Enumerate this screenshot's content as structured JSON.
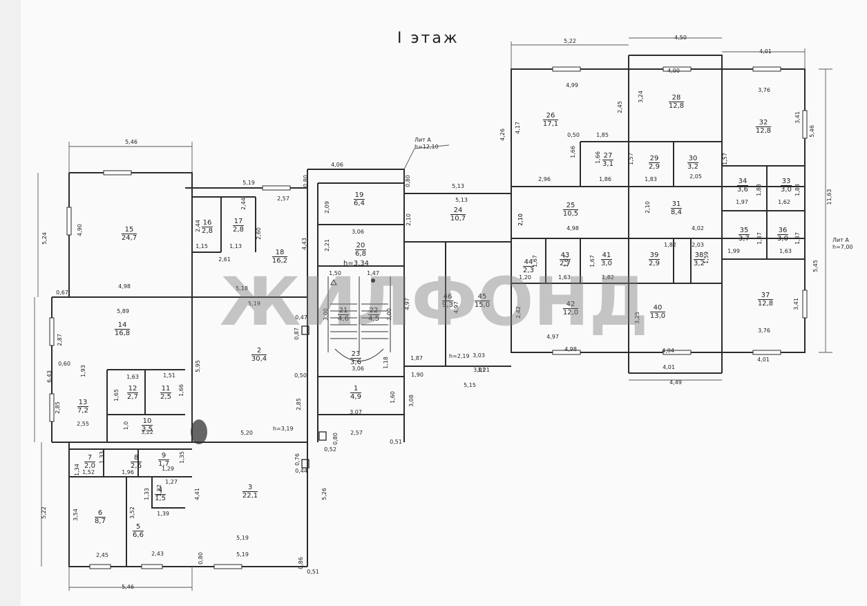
{
  "title": "I этаж",
  "watermark": "ЖИЛФОНД",
  "lit_a_top": {
    "line1": "Лит А",
    "line2": "h=12,10"
  },
  "lit_a_right": {
    "line1": "Лит А",
    "line2": "h=7,00"
  },
  "heights": {
    "h_334": "h=3,34",
    "h_319": "h=3,19",
    "h_219": "h=2,19"
  },
  "rooms": [
    {
      "n": "1",
      "a": "4,9"
    },
    {
      "n": "2",
      "a": "30,4"
    },
    {
      "n": "3",
      "a": "22,1"
    },
    {
      "n": "4",
      "a": "1,5"
    },
    {
      "n": "5",
      "a": "6,6"
    },
    {
      "n": "6",
      "a": "8,7"
    },
    {
      "n": "7",
      "a": "2,0"
    },
    {
      "n": "8",
      "a": "2,6"
    },
    {
      "n": "9",
      "a": "1,7"
    },
    {
      "n": "10",
      "a": "3,5"
    },
    {
      "n": "11",
      "a": "2,5"
    },
    {
      "n": "12",
      "a": "2,7"
    },
    {
      "n": "13",
      "a": "7,2"
    },
    {
      "n": "14",
      "a": "16,8"
    },
    {
      "n": "15",
      "a": "24,7"
    },
    {
      "n": "16",
      "a": "2,8"
    },
    {
      "n": "17",
      "a": "2,8"
    },
    {
      "n": "18",
      "a": "16,2"
    },
    {
      "n": "19",
      "a": "6,4"
    },
    {
      "n": "20",
      "a": "6,8"
    },
    {
      "n": "21",
      "a": "4,6"
    },
    {
      "n": "22",
      "a": "4,5"
    },
    {
      "n": "23",
      "a": "3,6"
    },
    {
      "n": "24",
      "a": "10,7"
    },
    {
      "n": "25",
      "a": "10,5"
    },
    {
      "n": "26",
      "a": "17,1"
    },
    {
      "n": "27",
      "a": "3,1"
    },
    {
      "n": "28",
      "a": "12,8"
    },
    {
      "n": "29",
      "a": "2,9"
    },
    {
      "n": "30",
      "a": "3,2"
    },
    {
      "n": "31",
      "a": "8,4"
    },
    {
      "n": "32",
      "a": "12,8"
    },
    {
      "n": "33",
      "a": "3,0"
    },
    {
      "n": "34",
      "a": "3,6"
    },
    {
      "n": "35",
      "a": "3,7"
    },
    {
      "n": "36",
      "a": "3,0"
    },
    {
      "n": "37",
      "a": "12,8"
    },
    {
      "n": "38",
      "a": "3,2"
    },
    {
      "n": "39",
      "a": "2,9"
    },
    {
      "n": "40",
      "a": "13,0"
    },
    {
      "n": "41",
      "a": "3,0"
    },
    {
      "n": "42",
      "a": "12,0"
    },
    {
      "n": "43",
      "a": "2,7"
    },
    {
      "n": "44",
      "a": "2,3"
    },
    {
      "n": "45",
      "a": "15,0"
    },
    {
      "n": "46",
      "a": "9,3"
    }
  ],
  "dims": [
    "5,46",
    "5,19",
    "2,57",
    "4,06",
    "0,80",
    "0,80",
    "5,13",
    "5,13",
    "5,22",
    "4,50",
    "4,01",
    "4,00",
    "4,99",
    "3,76",
    "3,24",
    "2,45",
    "4,26",
    "4,17",
    "0,50",
    "1,85",
    "1,66",
    "1,66",
    "1,57",
    "1,57",
    "2,96",
    "1,86",
    "1,83",
    "2,05",
    "2,10",
    "2,10",
    "3,06",
    "3,06",
    "1,50",
    "1,47",
    "4,98",
    "4,02",
    "1,97",
    "1,62",
    "1,88",
    "1,88",
    "3,41",
    "5,46",
    "11,63",
    "1,87",
    "1,87",
    "1,82",
    "2,03",
    "1,59",
    "1,99",
    "1,63",
    "1,67",
    "1,67",
    "1,67",
    "1,20",
    "1,63",
    "1,82",
    "5,45",
    "3,41",
    "2,42",
    "3,25",
    "4,97",
    "4,98",
    "4,04",
    "4,01",
    "4,01",
    "4,49",
    "3,76",
    "1,87",
    "1,90",
    "3,03",
    "3,01",
    "5,15",
    "1,18",
    "1,60",
    "3,07",
    "2,85",
    "3,08",
    "0,51",
    "5,20",
    "2,57",
    "0,80",
    "0,52",
    "0,76",
    "0,44",
    "5,26",
    "5,19",
    "5,19",
    "0,86",
    "0,51",
    "0,80",
    "5,46",
    "2,45",
    "2,43",
    "3,54",
    "3,52",
    "1,39",
    "1,27",
    "1,22",
    "1,33",
    "4,41",
    "5,22",
    "1,52",
    "1,96",
    "1,29",
    "1,33",
    "1,35",
    "1,34",
    "2,55",
    "1,0",
    "3,22",
    "1,65",
    "1,63",
    "1,51",
    "1,66",
    "0,60",
    "1,93",
    "2,87",
    "6,43",
    "2,85",
    "5,89",
    "0,67",
    "4,98",
    "5,18",
    "5,19",
    "5,95",
    "0,47",
    "0,87",
    "0,50",
    "5,24",
    "4,90",
    "2,44",
    "2,44",
    "2,60",
    "1,15",
    "1,13",
    "2,61",
    "4,43",
    "2,09",
    "2,21",
    "3,00",
    "3,00",
    "4,97",
    "4,97",
    "2,10",
    "2,10",
    "3,21"
  ]
}
